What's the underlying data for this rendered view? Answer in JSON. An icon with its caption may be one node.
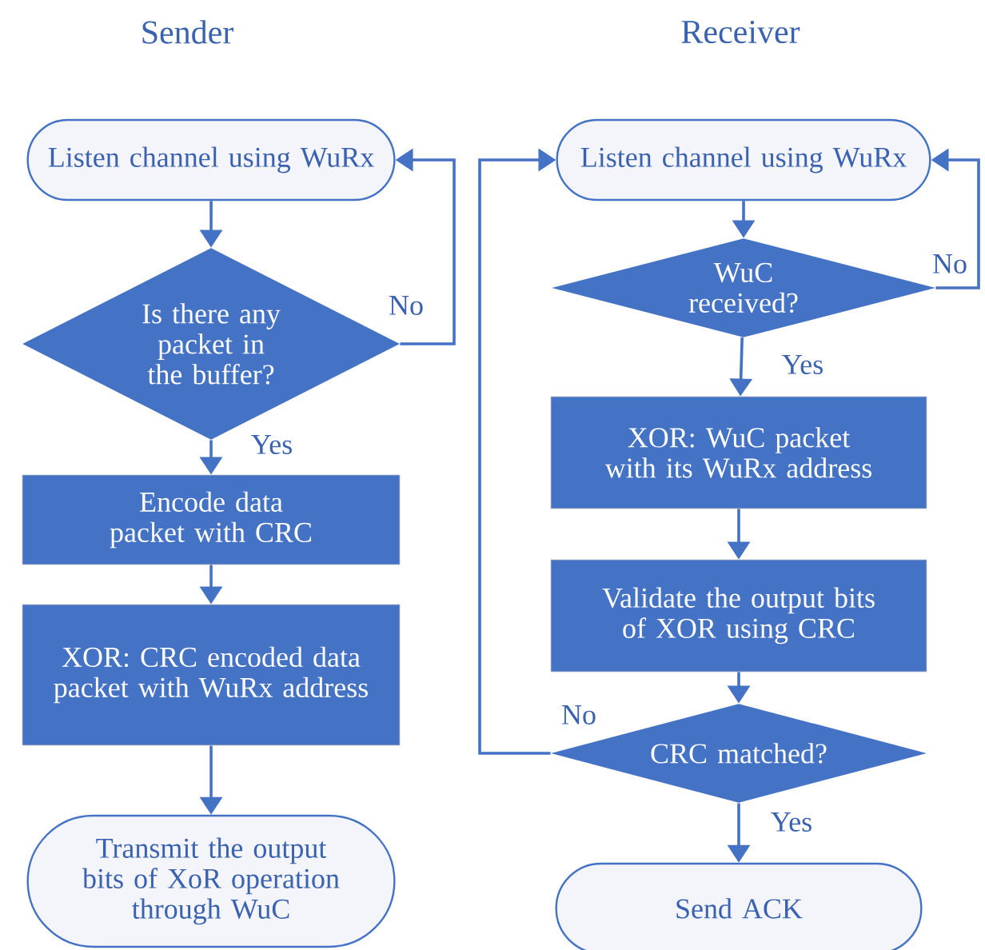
{
  "diagram": {
    "nodes": [
      {
        "text": [
          "Listen channel using WuRx"
        ]
      },
      {
        "text": [
          "Is there any packet in the buffer?"
        ]
      },
      {
        "text": [
          "Encode data packet with CRC"
        ]
      },
      {
        "text": [
          "XOR: CRC encoded data packet with WuRx address"
        ]
      },
      {
        "text": [
          "Transmit the output bits of XoR operation through WuC"
        ]
      },
      {
        "text": [
          "Listen channel using WuRx"
        ]
      },
      {
        "text": [
          "WuC received?"
        ]
      },
      {
        "text": [
          "XOR: WuC packet with its WuRx address"
        ]
      },
      {
        "text": [
          "Validate the output bits of XOR using CRC"
        ]
      },
      {
        "text": [
          "CRC matched?"
        ]
      },
      {
        "text": [
          "Send ACK"
        ]
      }
    ],
    "edges": [
      {
        "from": 0,
        "to": 1,
        "arrow": "to"
      },
      {
        "from": 1,
        "to": 2,
        "arrow": "to",
        "label": "Yes"
      },
      {
        "from": 1,
        "to": 0,
        "arrow": "to",
        "label": "No"
      },
      {
        "from": 2,
        "to": 3,
        "arrow": "to"
      },
      {
        "from": 3,
        "to": 4,
        "arrow": "to"
      },
      {
        "from": 5,
        "to": 6,
        "arrow": "to"
      },
      {
        "from": 6,
        "to": 7,
        "arrow": "to",
        "label": "Yes"
      },
      {
        "from": 6,
        "to": 5,
        "arrow": "to",
        "label": "No"
      },
      {
        "from": 7,
        "to": 8,
        "arrow": "to"
      },
      {
        "from": 8,
        "to": 9,
        "arrow": "to"
      },
      {
        "from": 9,
        "to": 5,
        "arrow": "to",
        "label": "No"
      },
      {
        "from": 9,
        "to": 10,
        "arrow": "to",
        "label": "Yes"
      }
    ],
    "labels": [
      "Sender",
      "Receiver"
    ]
  }
}
